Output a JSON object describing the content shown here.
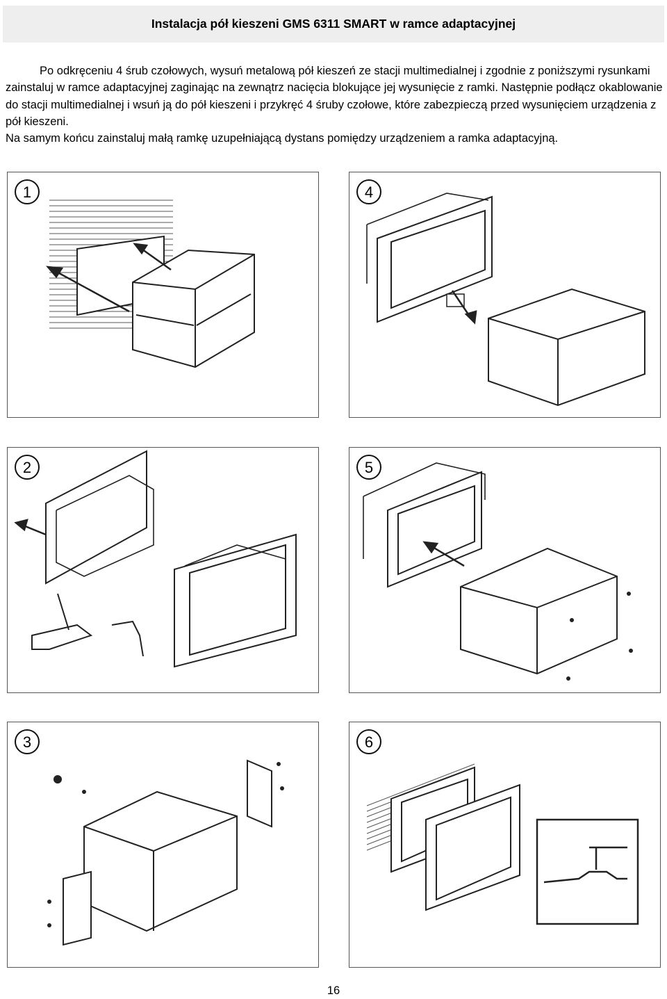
{
  "header": {
    "title": "Instalacja  pół kieszeni GMS 6311 SMART w ramce adaptacyjnej"
  },
  "intro": {
    "paragraph1": "Po odkręceniu 4 śrub czołowych, wysuń  metalową pół kieszeń ze stacji multimedialnej i zgodnie z poniższymi rysunkami  zainstaluj w ramce adaptacyjnej zaginając na zewnątrz  nacięcia blokujące jej wysunięcie z ramki. Następnie podłącz okablowanie do  stacji multimedialnej i wsuń ją do pół kieszeni i przykręć  4 śruby czołowe, które  zabezpieczą przed wysunięciem urządzenia z pół kieszeni.",
    "paragraph2": "Na  samym końcu zainstaluj małą  ramkę uzupełniającą dystans pomiędzy urządzeniem a ramka adaptacyjną."
  },
  "steps": [
    {
      "number": "1"
    },
    {
      "number": "4"
    },
    {
      "number": "2"
    },
    {
      "number": "5"
    },
    {
      "number": "3"
    },
    {
      "number": "6"
    }
  ],
  "footer": {
    "page_number": "16"
  }
}
